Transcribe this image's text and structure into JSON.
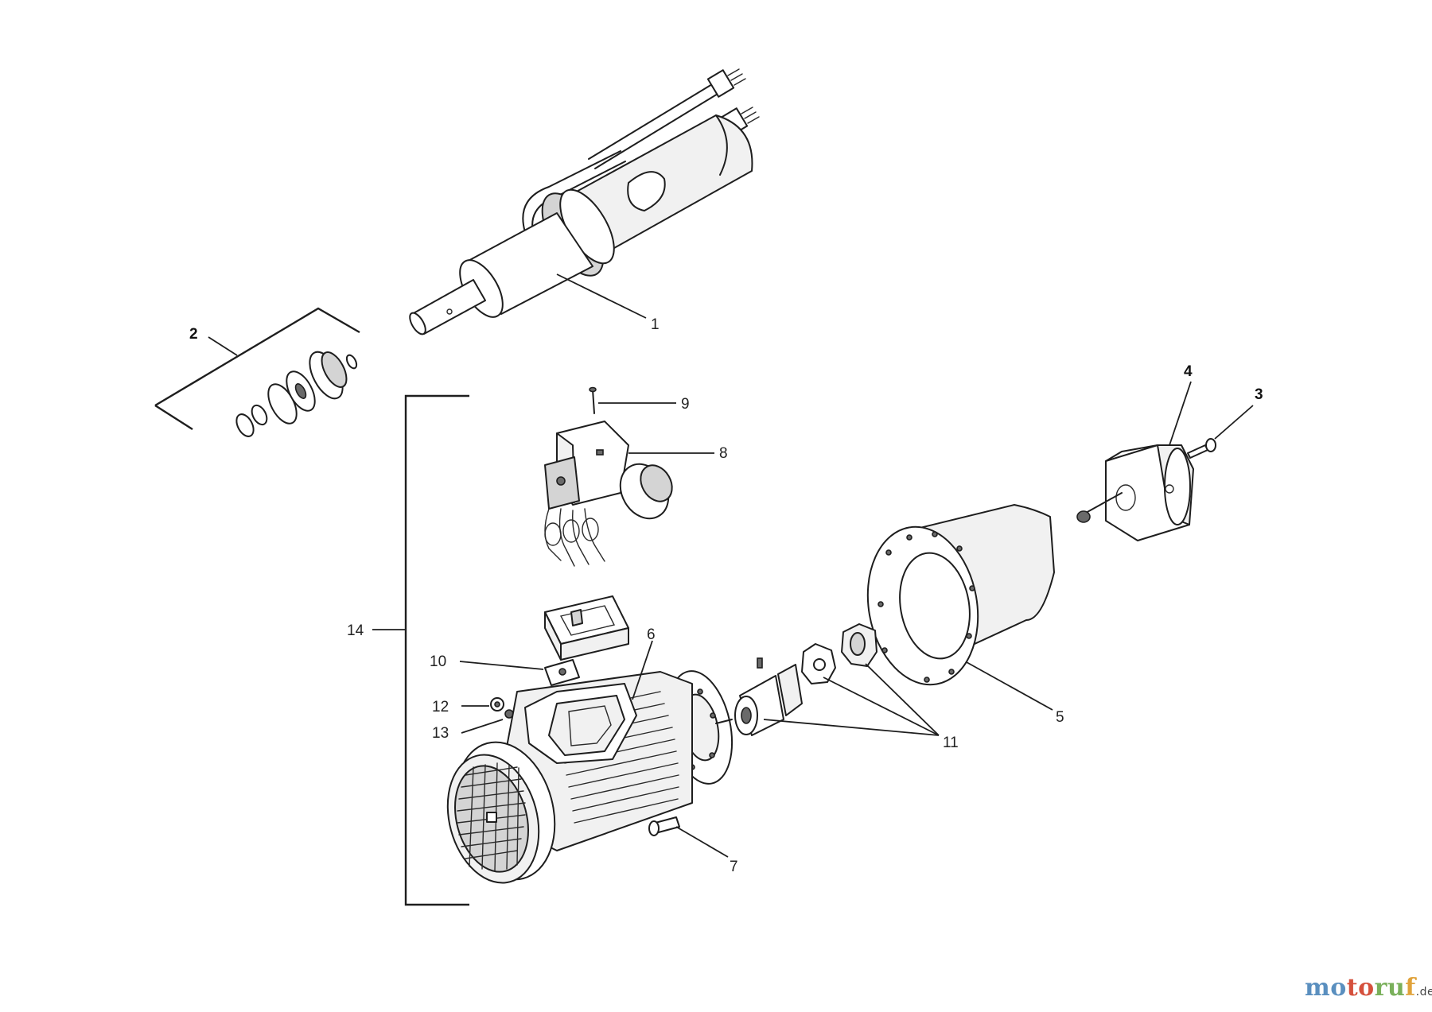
{
  "diagram": {
    "callouts": [
      {
        "id": "c1",
        "text": "1"
      },
      {
        "id": "c2",
        "text": "2"
      },
      {
        "id": "c3",
        "text": "3"
      },
      {
        "id": "c4",
        "text": "4"
      },
      {
        "id": "c5",
        "text": "5"
      },
      {
        "id": "c6",
        "text": "6"
      },
      {
        "id": "c7",
        "text": "7"
      },
      {
        "id": "c8",
        "text": "8"
      },
      {
        "id": "c9",
        "text": "9"
      },
      {
        "id": "c10",
        "text": "10"
      },
      {
        "id": "c11",
        "text": "11"
      },
      {
        "id": "c12",
        "text": "12"
      },
      {
        "id": "c13",
        "text": "13"
      },
      {
        "id": "c14",
        "text": "14"
      }
    ]
  },
  "watermark": {
    "parts": [
      "mo",
      "to",
      "ru",
      "f"
    ],
    "suffix": ".de",
    "colors": [
      "#5a8fbf",
      "#d5503c",
      "#7ab05b",
      "#e0a23a"
    ]
  }
}
